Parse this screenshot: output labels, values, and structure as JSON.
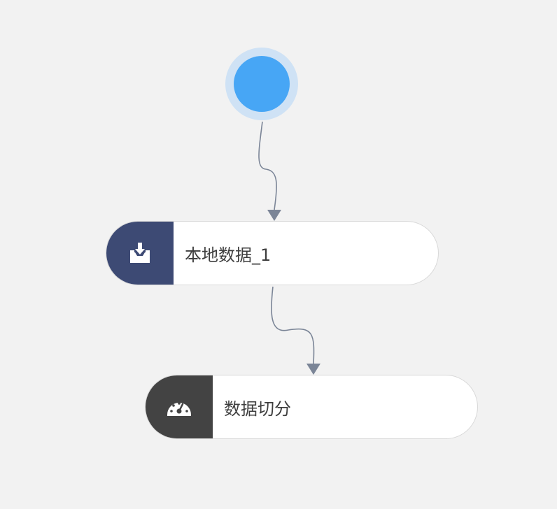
{
  "diagram": {
    "start": {
      "icon": "start-circle",
      "fill_color": "#47a6f5",
      "halo_color": "#cfe2f5"
    },
    "nodes": [
      {
        "id": "local-data",
        "label": "本地数据_1",
        "icon": "inbox-download-icon",
        "icon_bg": "#3d4a74"
      },
      {
        "id": "data-split",
        "label": "数据切分",
        "icon": "dashboard-gauge-icon",
        "icon_bg": "#434343"
      }
    ],
    "edges": [
      {
        "from": "start",
        "to": "local-data"
      },
      {
        "from": "local-data",
        "to": "data-split"
      }
    ],
    "edge_color": "#7b8597"
  }
}
